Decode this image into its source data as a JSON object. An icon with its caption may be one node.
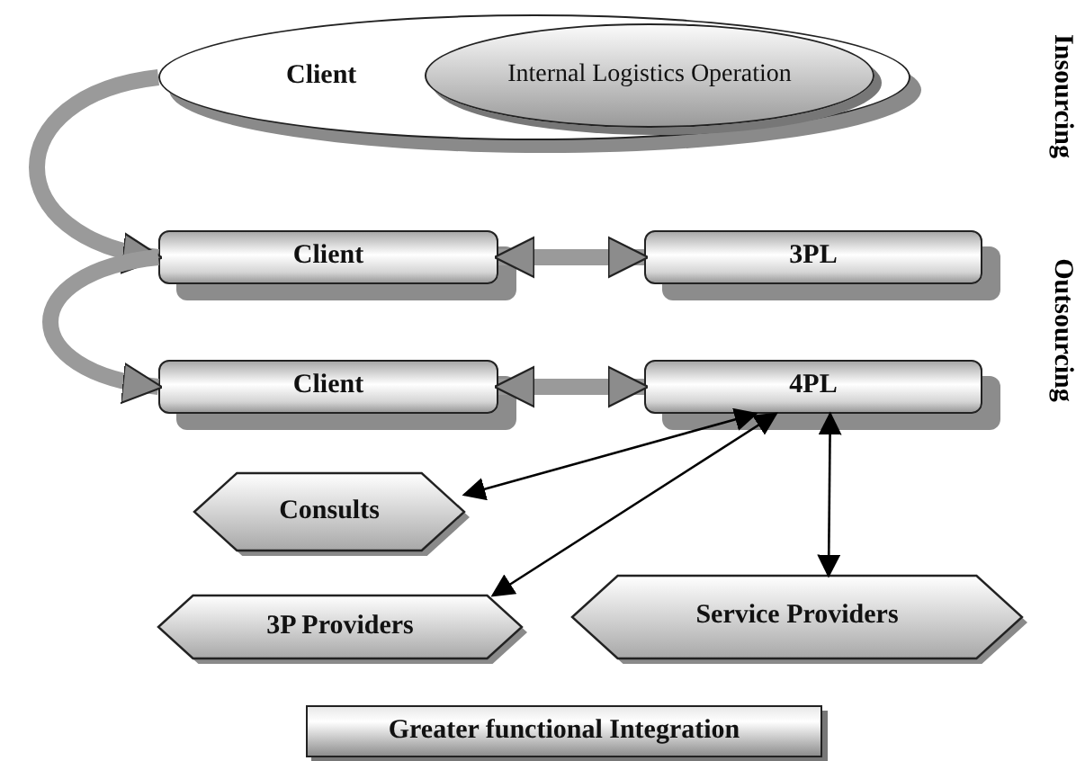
{
  "diagram": {
    "nodes": [
      {
        "text": [
          "Client"
        ]
      },
      {
        "text": [
          "Internal Logistics Operation"
        ],
        "in": 0
      },
      {
        "text": [
          "Client"
        ]
      },
      {
        "text": [
          "3PL"
        ]
      },
      {
        "text": [
          "Client"
        ]
      },
      {
        "text": [
          "4PL"
        ]
      },
      {
        "text": [
          "Consults"
        ]
      },
      {
        "text": [
          "3P Providers"
        ]
      },
      {
        "text": [
          "Service Providers"
        ]
      },
      {
        "text": [
          "Greater functional Integration"
        ]
      }
    ],
    "edges": [
      {
        "from": 0,
        "to": 2,
        "arrow": "to"
      },
      {
        "from": 2,
        "to": 4,
        "arrow": "to"
      },
      {
        "from": 2,
        "to": 3,
        "arrow": "both"
      },
      {
        "from": 4,
        "to": 5,
        "arrow": "both"
      },
      {
        "from": 6,
        "to": 5,
        "arrow": "both",
        "color": "#000000"
      },
      {
        "from": 7,
        "to": 5,
        "arrow": "both",
        "color": "#000000"
      },
      {
        "from": 8,
        "to": 5,
        "arrow": "both",
        "color": "#000000"
      }
    ],
    "labels": [
      "Insourcing",
      "Outsourcing"
    ]
  }
}
